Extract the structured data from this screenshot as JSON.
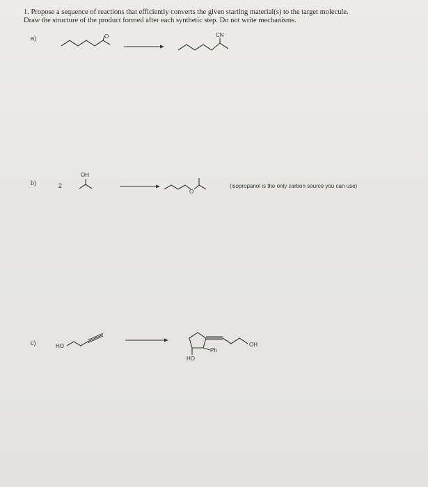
{
  "question": {
    "line1": "1. Propose a sequence of reactions that efficiently converts the given starting material(s) to the target molecule.",
    "line2": "Draw the structure of the product formed after each synthetic step. Do not write mechanisms."
  },
  "parts": {
    "a": {
      "label": "a)",
      "start_atom": "O",
      "target_group": "CN"
    },
    "b": {
      "label": "b)",
      "coefficient": "2",
      "start_group": "OH",
      "target_atom": "O",
      "note": "(isopropanol is the only carbon source you can use)"
    },
    "c": {
      "label": "c)",
      "start_group": "HO",
      "target_group_1": "Ph",
      "target_group_2": "OH",
      "target_group_3": "HO"
    }
  }
}
